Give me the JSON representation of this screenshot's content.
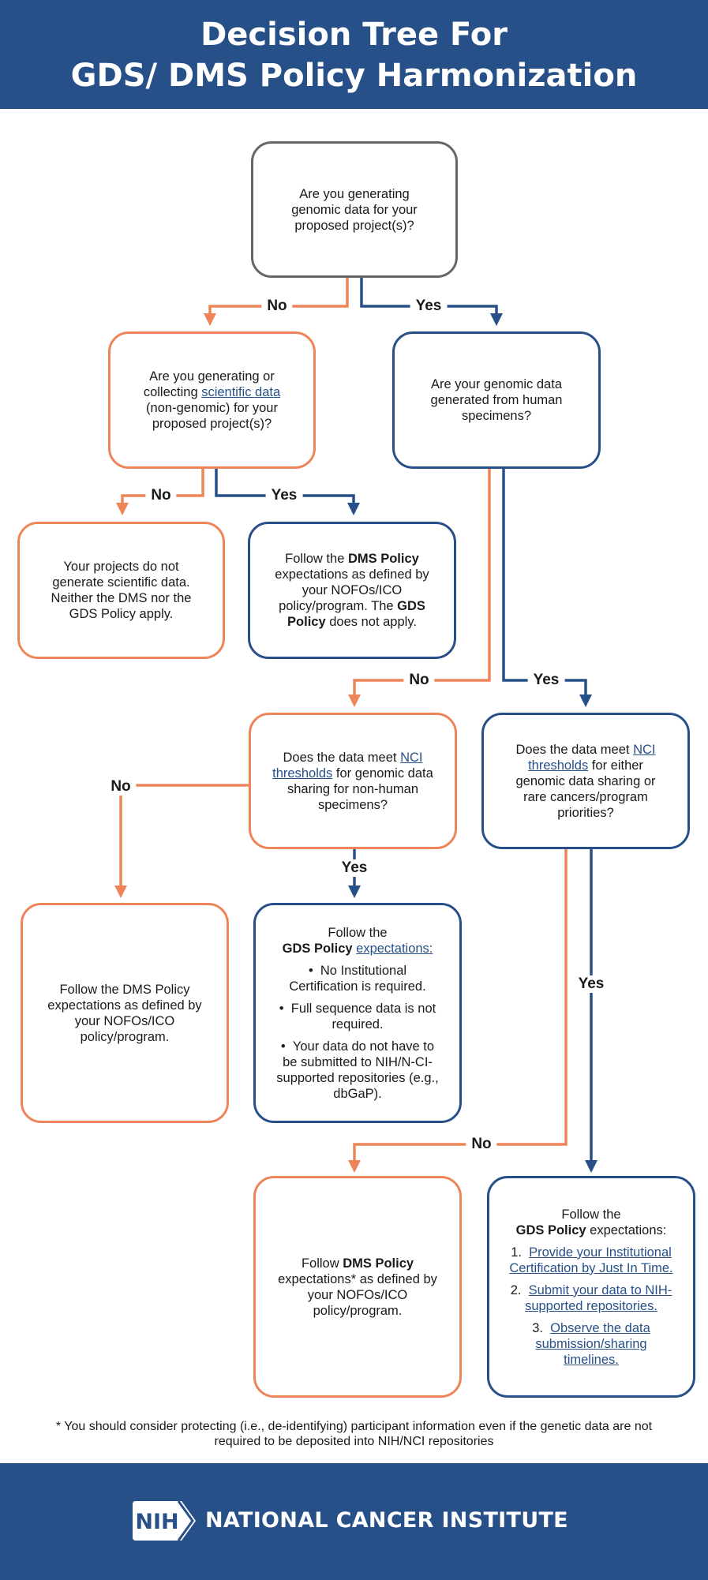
{
  "header": {
    "title_line1": "Decision Tree For",
    "title_line2": "GDS/ DMS Policy Harmonization"
  },
  "colors": {
    "blue": "#275089",
    "orange": "#ee8559",
    "gray": "#666666"
  },
  "nodes": {
    "q1": {
      "text": "Are you generating genomic data for your proposed project(s)?"
    },
    "q2": {
      "before": "Are you generating or collecting ",
      "link": "scientific data",
      "after": " (non-genomic) for your proposed project(s)?"
    },
    "q3": {
      "text": "Are your genomic data generated from human specimens?"
    },
    "r_no_data": {
      "text": "Your projects do not generate scientific data. Neither the DMS nor the GDS Policy apply."
    },
    "r_dms_only": {
      "t1": "Follow the ",
      "b1": "DMS Policy",
      "t2": " expectations as defined by your NOFOs/ICO policy/program. The ",
      "b2": "GDS Policy",
      "t3": " does not apply."
    },
    "q4": {
      "before": "Does the data meet ",
      "link": "NCI thresholds",
      "after": " for genomic data sharing for non-human specimens?"
    },
    "q5": {
      "before": "Does the data meet ",
      "link": "NCI thresholds",
      "after": " for either genomic data sharing or rare cancers/program priorities?"
    },
    "r_dms_nonhuman": {
      "text": "Follow the DMS Policy expectations as defined by your NOFOs/ICO policy/program."
    },
    "r_gds_nonhuman": {
      "t1": "Follow the",
      "b1": "GDS Policy",
      "link": "expectations:",
      "bullets": [
        "No Institutional Certification is required.",
        "Full sequence data is not required.",
        "Your data do not have to be submitted to NIH/N-CI-supported repositories (e.g., dbGaP)."
      ]
    },
    "r_dms_human": {
      "t1": "Follow ",
      "b1": "DMS Policy",
      "t2": " expectations* as defined by your NOFOs/ICO policy/program."
    },
    "r_gds_human": {
      "t1": "Follow the",
      "b1": "GDS Policy",
      "t2": " expectations:",
      "steps": [
        {
          "num": "1.",
          "link": "Provide your Institutional Certification by Just In Time."
        },
        {
          "num": "2.",
          "link": "Submit your data to NIH-supported repositories."
        },
        {
          "num": "3.",
          "link": "Observe the data submission/sharing timelines."
        }
      ]
    }
  },
  "edge_labels": {
    "q1_no": "No",
    "q1_yes": "Yes",
    "q2_no": "No",
    "q2_yes": "Yes",
    "q3_no": "No",
    "q3_yes": "Yes",
    "q4_no": "No",
    "q4_yes": "Yes",
    "q5_yes": "Yes",
    "q5_no": "No"
  },
  "footnote": "* You should consider protecting (i.e., de-identifying) participant information even if the genetic data are not required to be deposited into NIH/NCI repositories",
  "footer": {
    "logo_text": "NIH",
    "org_name": "NATIONAL CANCER INSTITUTE"
  }
}
